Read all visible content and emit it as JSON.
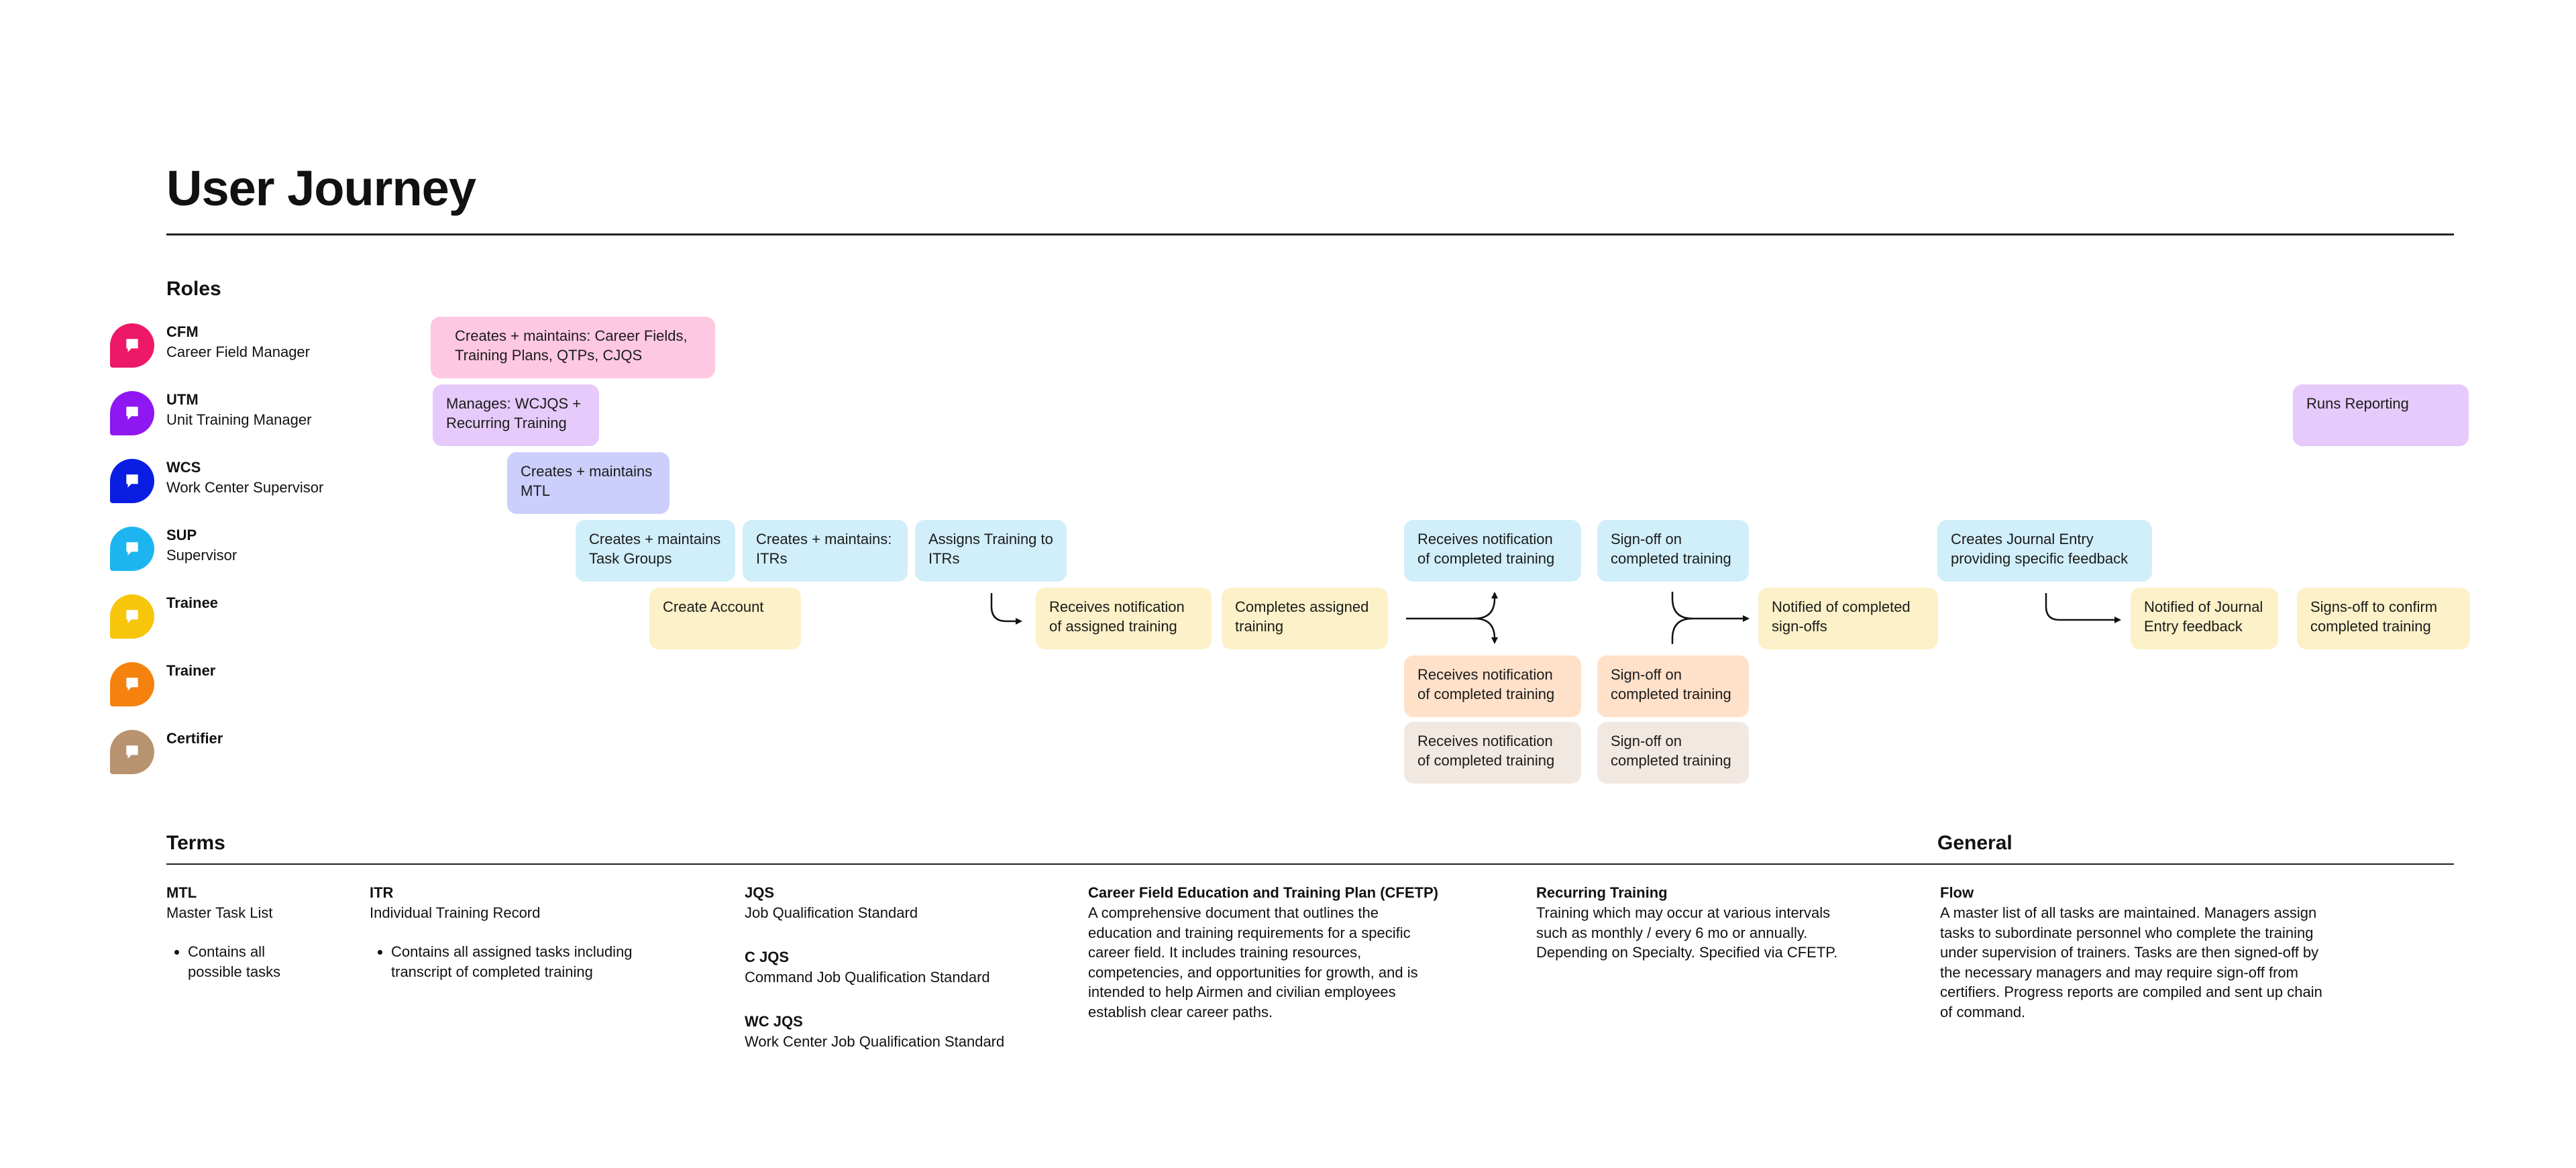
{
  "title": "User Journey",
  "roles_heading": "Roles",
  "roles": [
    {
      "abbr": "CFM",
      "name": "Career Field Manager",
      "color": "#EE1869"
    },
    {
      "abbr": "UTM",
      "name": "Unit Training Manager",
      "color": "#8F17F2"
    },
    {
      "abbr": "WCS",
      "name": "Work Center Supervisor",
      "color": "#0A1DE3"
    },
    {
      "abbr": "SUP",
      "name": "Supervisor",
      "color": "#1DB5F0"
    },
    {
      "abbr": "Trainee",
      "name": "",
      "color": "#F7C60B"
    },
    {
      "abbr": "Trainer",
      "name": "",
      "color": "#F5820F"
    },
    {
      "abbr": "Certifier",
      "name": "",
      "color": "#B89370"
    }
  ],
  "role_icon": "chat-bubble-icon",
  "lane_colors": {
    "cfm": "#FFC8E2",
    "utm": "#E6CAFB",
    "wcs": "#CCCFFB",
    "sup": "#D1EFFB",
    "trainee": "#FCF1C8",
    "trainer": "#FFE1CA",
    "certifier": "#F2E8E2"
  },
  "cards": {
    "cfm_create": "Creates + maintains: Career Fields, Training Plans, QTPs, CJQS",
    "utm_manage": "Manages: WCJQS + Recurring Training",
    "utm_report": "Runs Reporting",
    "wcs_mtl": "Creates + maintains MTL",
    "sup_taskgroups": "Creates + maintains Task Groups",
    "sup_itrs": "Creates + maintains: ITRs",
    "sup_assign": "Assigns Training to ITRs",
    "sup_notif": "Receives notification of completed training",
    "sup_signoff": "Sign-off on completed training",
    "sup_journal": "Creates Journal Entry providing specific feedback",
    "trainee_account": "Create Account",
    "trainee_notif": "Receives notification of assigned training",
    "trainee_complete": "Completes assigned training",
    "trainee_notified": "Notified of completed sign-offs",
    "trainee_journal": "Notified of Journal Entry feedback",
    "trainee_confirm": "Signs-off to confirm completed training",
    "trainer_notif": "Receives notification of completed training",
    "trainer_signoff": "Sign-off on completed training",
    "certifier_notif": "Receives notification of completed training",
    "certifier_signoff": "Sign-off on completed training"
  },
  "terms_heading": "Terms",
  "general_heading": "General",
  "terms": {
    "mtl": {
      "abbr": "MTL",
      "def": "Master Task List",
      "bullets": [
        "Contains all possible tasks"
      ]
    },
    "itr": {
      "abbr": "ITR",
      "def": "Individual Training Record",
      "bullets": [
        "Contains all assigned tasks including transcript of completed training"
      ]
    },
    "jqs": {
      "abbr": "JQS",
      "def": "Job Qualification Standard"
    },
    "cjqs": {
      "abbr": "C JQS",
      "def": "Command Job Qualification Standard"
    },
    "wcjqs": {
      "abbr": "WC JQS",
      "def": "Work Center Job Qualification Standard"
    },
    "cfetp": {
      "abbr": "Career Field Education and Training Plan (CFETP)",
      "def": "A comprehensive document that outlines the education and training requirements for a specific career field. It includes training resources, competencies, and opportunities for growth, and is intended to help Airmen and civilian employees establish clear career paths."
    },
    "recurring": {
      "abbr": "Recurring Training",
      "def": "Training which may occur at various intervals such as monthly / every 6 mo or annually. Depending on Specialty. Specified via CFETP."
    },
    "flow": {
      "abbr": "Flow",
      "def": "A master list of all tasks are maintained. Managers assign tasks to subordinate personnel who complete the training under supervision of trainers. Tasks are then signed-off by the necessary managers and may require sign-off from certifiers. Progress reports are compiled and sent up chain of command."
    }
  }
}
